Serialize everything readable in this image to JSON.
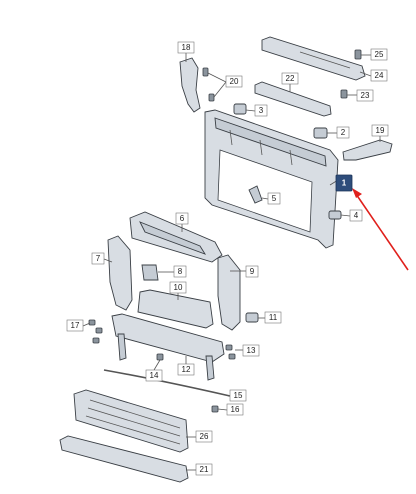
{
  "diagram": {
    "highlighted_part": "1",
    "highlight_color": "#2e4d7b",
    "arrow_color": "#e0201c",
    "callouts": [
      "1",
      "2",
      "3",
      "4",
      "5",
      "6",
      "7",
      "8",
      "9",
      "10",
      "11",
      "12",
      "13",
      "14",
      "15",
      "16",
      "17",
      "18",
      "19",
      "20",
      "21",
      "22",
      "23",
      "24",
      "25",
      "26"
    ]
  }
}
